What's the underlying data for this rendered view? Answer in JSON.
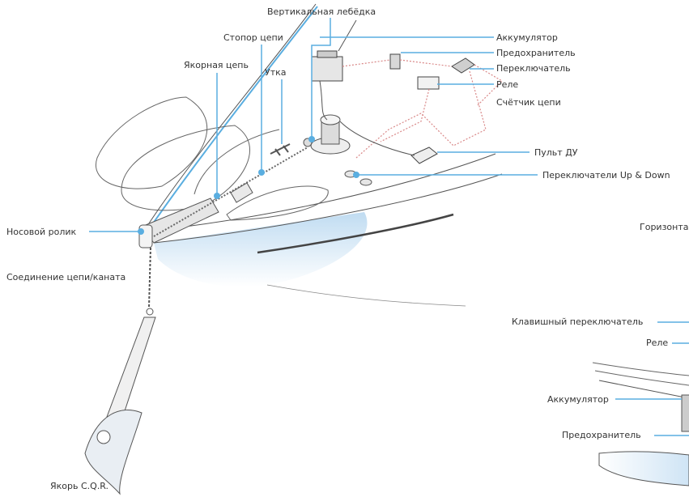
{
  "labels": {
    "vertical_windlass": "Вертикальная лебёдка",
    "chain_stopper": "Стопор цепи",
    "anchor_chain": "Якорная цепь",
    "cleat": "Утка",
    "battery": "Аккумулятор",
    "fuse": "Предохранитель",
    "switch": "Переключатель",
    "relay": "Реле",
    "chain_counter": "Счётчик цепи",
    "remote": "Пульт ДУ",
    "up_down_switches": "Переключатели Up & Down",
    "bow_roller": "Носовой ролик",
    "chain_rope_joint": "Соединение цепи/каната",
    "anchor": "Якорь C.Q.R.",
    "horizontal_partial": "Горизонта",
    "rocker_switch": "Клавишный переключатель",
    "relay_2": "Реле",
    "battery_2": "Аккумулятор",
    "fuse_2": "Предохранитель"
  },
  "colors": {
    "leader": "#5aaee0",
    "line": "#555555",
    "wiring": "#d98888",
    "hull_shade": "#cfe4f5"
  }
}
